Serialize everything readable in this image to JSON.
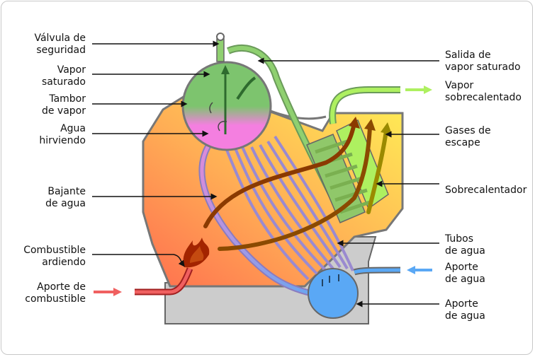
{
  "labels_left": [
    {
      "id": "valvula",
      "lines": [
        "Válvula de",
        "seguridad"
      ]
    },
    {
      "id": "vapor-sat",
      "lines": [
        "Vapor",
        "saturado"
      ]
    },
    {
      "id": "tambor",
      "lines": [
        "Tambor",
        "de vapor"
      ]
    },
    {
      "id": "agua-hirv",
      "lines": [
        "Agua",
        "hirviendo"
      ]
    },
    {
      "id": "bajante",
      "lines": [
        "Bajante",
        "de agua"
      ]
    },
    {
      "id": "combustible-ard",
      "lines": [
        "Combustible",
        "ardiendo"
      ]
    },
    {
      "id": "aporte-comb",
      "lines": [
        "Aporte de",
        "combustible"
      ]
    }
  ],
  "labels_right": [
    {
      "id": "salida-vapor",
      "lines": [
        "Salida de",
        "vapor saturado"
      ]
    },
    {
      "id": "vapor-sobre",
      "lines": [
        "Vapor",
        "sobrecalentado"
      ]
    },
    {
      "id": "gases",
      "lines": [
        "Gases de",
        "escape"
      ]
    },
    {
      "id": "sobrecalentador",
      "lines": [
        "Sobrecalentador"
      ]
    },
    {
      "id": "tubos",
      "lines": [
        "Tubos",
        "de agua"
      ]
    },
    {
      "id": "aporte-agua-1",
      "lines": [
        "Aporte",
        "de agua"
      ]
    },
    {
      "id": "aporte-agua-2",
      "lines": [
        "Aporte",
        "de agua"
      ]
    }
  ],
  "colors": {
    "furnace_hot": "#ff8a5c",
    "furnace_cool": "#ffe64d",
    "base_gray": "#cccccc",
    "steam_green": "#7dc46e",
    "boiling_pink": "#f47fe0",
    "water_blue": "#5aa8f5",
    "superheater_green": "#aef060",
    "flue_arrow": "#8b3a00",
    "fuel_red": "#f06060"
  }
}
